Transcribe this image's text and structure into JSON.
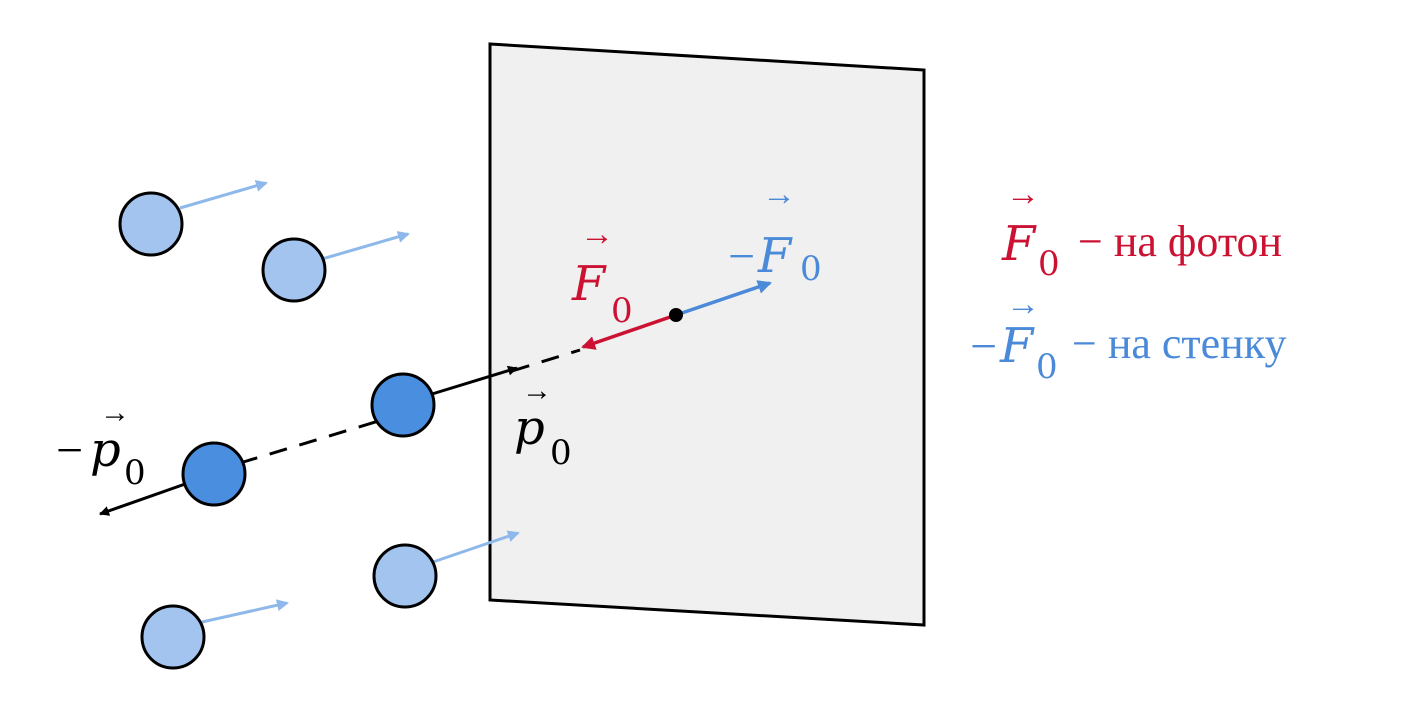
{
  "colors": {
    "red": "#cc1233",
    "blue": "#4a8ad8",
    "light_particle": "#a3c4ee",
    "dark_particle": "#4a8ee0",
    "light_arrow": "#8fb8ea",
    "wall_fill": "#f0f0f0",
    "ink": "#000000"
  },
  "labels": {
    "f_on_photon": "F",
    "f_on_photon_sub": "0",
    "f_on_wall_minus": "−",
    "f_on_wall": "F",
    "f_on_wall_sub": "0",
    "p_incident": "p",
    "p_incident_sub": "0",
    "p_reflected_minus": "−",
    "p_reflected": "p",
    "p_reflected_sub": "0",
    "vector_arrow": "→"
  },
  "legend": {
    "photon_symbol": "F",
    "photon_sub": "0",
    "photon_text": "− на фотон",
    "wall_minus": "−",
    "wall_symbol": "F",
    "wall_sub": "0",
    "wall_text": "− на стенку"
  }
}
